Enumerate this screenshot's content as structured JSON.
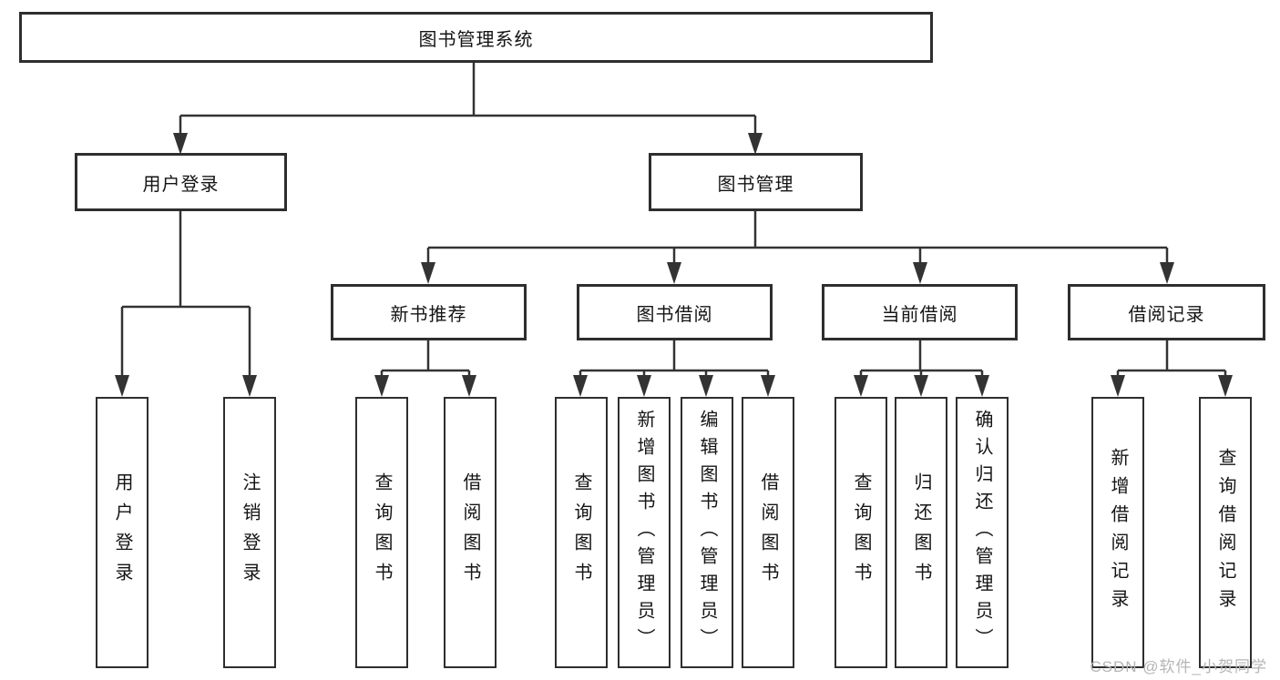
{
  "diagram": {
    "tree": {
      "label": "图书管理系统",
      "children": [
        {
          "label": "用户登录",
          "children": [
            {
              "label": "用户登录"
            },
            {
              "label": "注销登录"
            }
          ]
        },
        {
          "label": "图书管理",
          "children": [
            {
              "label": "新书推荐",
              "children": [
                {
                  "label": "查询图书"
                },
                {
                  "label": "借阅图书"
                }
              ]
            },
            {
              "label": "图书借阅",
              "children": [
                {
                  "label": "查询图书"
                },
                {
                  "label": "新增图书（管理员）"
                },
                {
                  "label": "编辑图书（管理员）"
                },
                {
                  "label": "借阅图书"
                }
              ]
            },
            {
              "label": "当前借阅",
              "children": [
                {
                  "label": "查询图书"
                },
                {
                  "label": "归还图书"
                },
                {
                  "label": "确认归还（管理员）"
                }
              ]
            },
            {
              "label": "借阅记录",
              "children": [
                {
                  "label": "新增借阅记录"
                },
                {
                  "label": "查询借阅记录"
                }
              ]
            }
          ]
        }
      ]
    },
    "colors": {
      "line": "#333333",
      "box_border": "#2e2e2e",
      "text": "#141414",
      "watermark": "#b5b5b5"
    }
  },
  "watermark": "CSDN @软件_小贺同学"
}
